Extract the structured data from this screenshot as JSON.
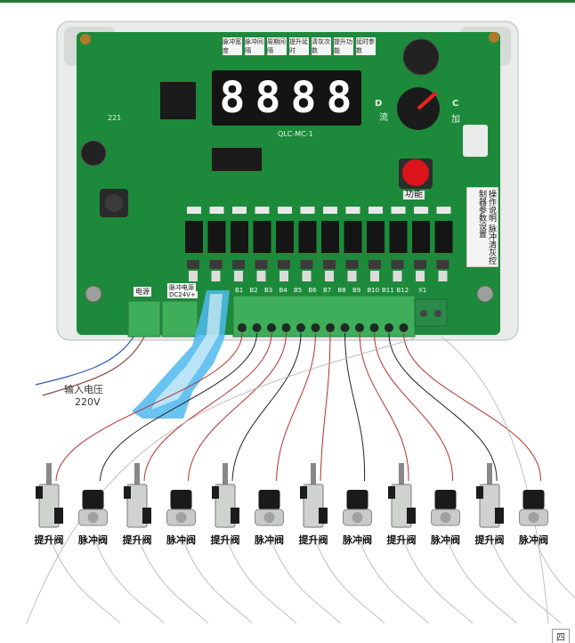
{
  "board": {
    "display_digits": [
      "8",
      "8",
      "8",
      "8"
    ],
    "label_power": "电源",
    "label_pulse_power": "脉冲电源",
    "label_dc24": "DC24V+",
    "label_model": "QLC-MC-1",
    "label_function": "功能",
    "label_instructions": "操作说明",
    "label_instructions_body": "脉冲清灰控制器参数设置",
    "label_d_key": "D",
    "label_c_key": "C",
    "label_add": "加",
    "label_flow": "流",
    "top_labels": [
      "脉冲宽度",
      "脉冲间隔",
      "周期间隔",
      "提升延时",
      "清灰次数",
      "提升功能",
      "延时参数"
    ],
    "terminal_labels": [
      "B1",
      "B2",
      "B3",
      "B4",
      "B5",
      "B6",
      "B7",
      "B8",
      "B9",
      "B10",
      "B11",
      "B12",
      "X1"
    ],
    "inductor_label": "221"
  },
  "annotation": {
    "input_voltage_label": "输入电压",
    "input_voltage_value": "220V"
  },
  "valves": [
    {
      "label": "提升阀"
    },
    {
      "label": "脉冲阀"
    },
    {
      "label": "提升阀"
    },
    {
      "label": "脉冲阀"
    },
    {
      "label": "提升阀"
    },
    {
      "label": "脉冲阀"
    },
    {
      "label": "提升阀"
    },
    {
      "label": "脉冲阀"
    },
    {
      "label": "提升阀"
    },
    {
      "label": "脉冲阀"
    },
    {
      "label": "提升阀"
    },
    {
      "label": "脉冲阀"
    }
  ],
  "colors": {
    "pcb": "#1c8a3a",
    "terminal": "#3fae5a",
    "button_red": "#d9141b",
    "wire_red": "#b2322c",
    "wire_black": "#222222",
    "highlight_blue": "#4fb9ee"
  },
  "footer_tag": "四"
}
